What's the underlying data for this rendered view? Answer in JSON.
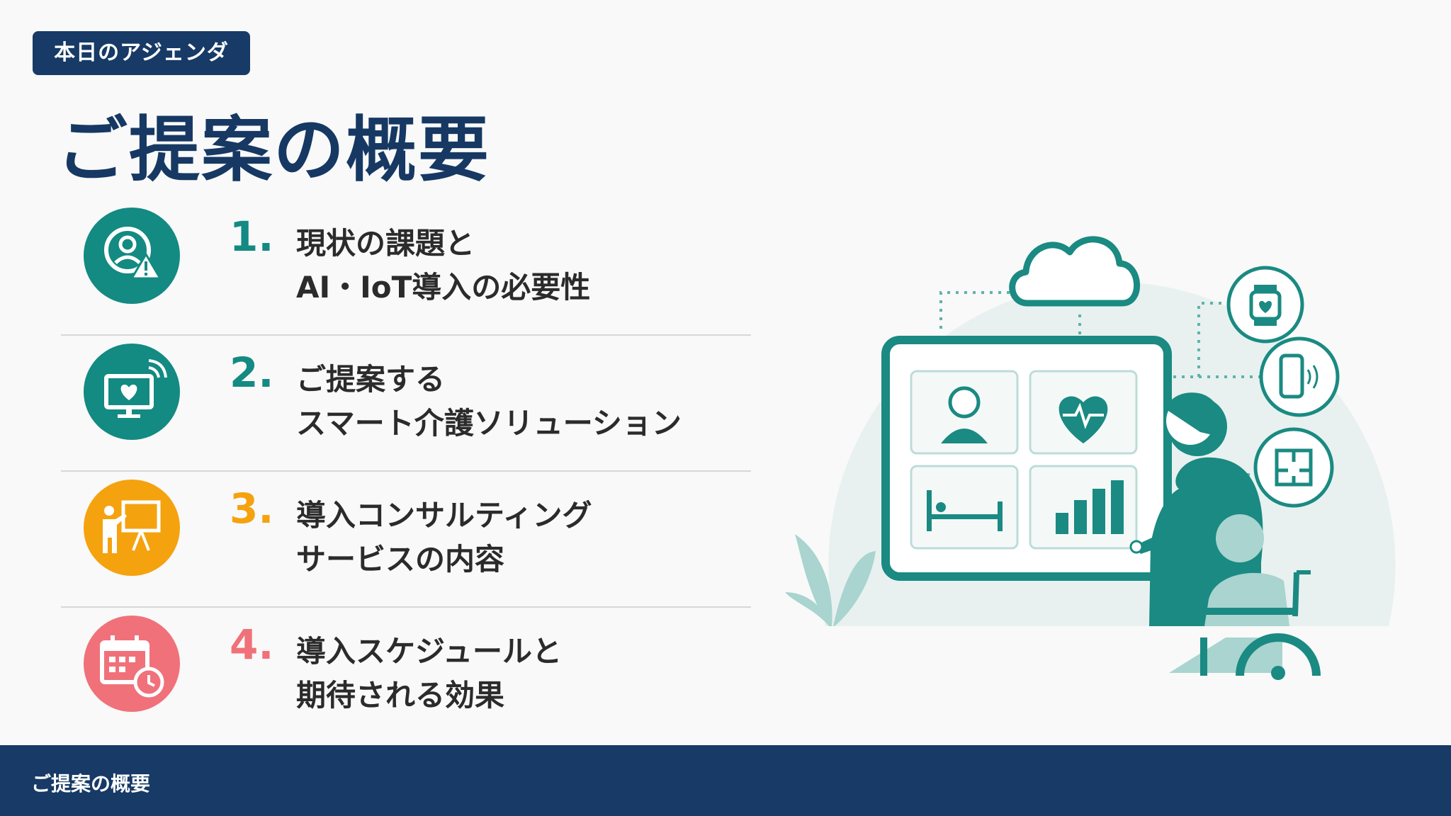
{
  "header": {
    "tag": "本日のアジェンダ",
    "title": "ご提案の概要"
  },
  "agenda": [
    {
      "number": "1.",
      "line1": "現状の課題と",
      "line2": "AI・IoT導入の必要性",
      "icon": "person-warning-icon",
      "color": "#138a82"
    },
    {
      "number": "2.",
      "line1": "ご提案する",
      "line2": "スマート介護ソリューション",
      "icon": "monitor-heart-wireless-icon",
      "color": "#138a82"
    },
    {
      "number": "3.",
      "line1": "導入コンサルティング",
      "line2": "サービスの内容",
      "icon": "presentation-icon",
      "color": "#f5a20f"
    },
    {
      "number": "4.",
      "line1": "導入スケジュールと",
      "line2": "期待される効果",
      "icon": "calendar-clock-icon",
      "color": "#f0717a"
    }
  ],
  "illustration": {
    "icons": [
      "cloud-icon",
      "smartwatch-icon",
      "smartphone-icon",
      "floorplan-icon",
      "resident-icon",
      "heart-rate-icon",
      "bed-icon",
      "bar-chart-icon",
      "caregiver-icon",
      "wheelchair-user-icon",
      "plant-icon"
    ],
    "colors": {
      "teal": "#1a8a82",
      "light_teal": "#a9d4cf",
      "bg_circle": "#e8f1ef"
    }
  },
  "footer": {
    "text": "ご提案の概要"
  }
}
